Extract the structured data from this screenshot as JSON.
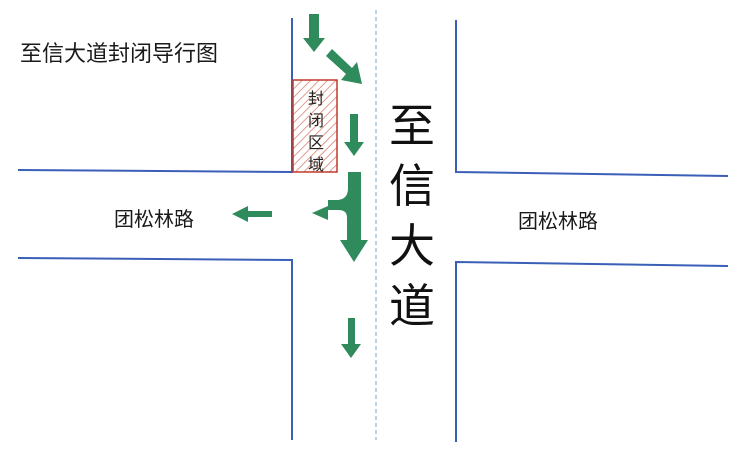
{
  "title": "至信大道封闭导行图",
  "roads": {
    "vertical": {
      "name": "至信大道",
      "chars": [
        "至",
        "信",
        "大",
        "道"
      ]
    },
    "left": {
      "name": "团松林路"
    },
    "right": {
      "name": "团松林路"
    }
  },
  "closed_zone": {
    "label": "封闭区域",
    "chars": [
      "封",
      "闭",
      "区",
      "域"
    ]
  },
  "colors": {
    "road_edge": "#3a5fb7",
    "arrow": "#2f8a5c",
    "closed_border": "#c0392b",
    "closed_hatch": "#e8a596",
    "centerline": "#8fb3d9"
  },
  "arrow_icons": [
    "down-arrow",
    "diagonal-down-right-arrow",
    "left-arrow",
    "split-left-down-arrow"
  ]
}
